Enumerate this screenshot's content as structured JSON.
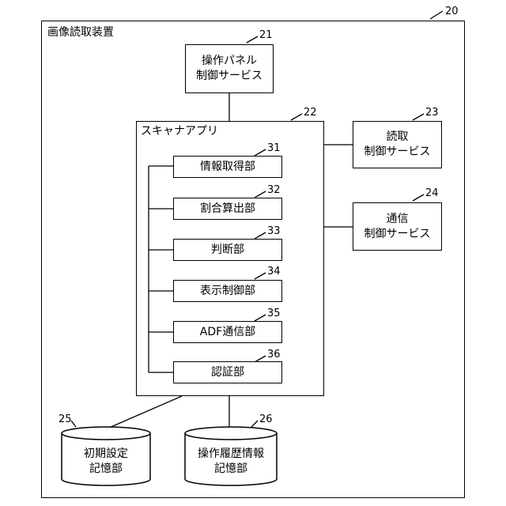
{
  "device": {
    "title": "画像読取装置",
    "ref": "20"
  },
  "op_panel": {
    "line1": "操作パネル",
    "line2": "制御サービス",
    "ref": "21"
  },
  "scanner_app": {
    "title": "スキャナアプリ",
    "ref": "22"
  },
  "read_ctrl": {
    "line1": "読取",
    "line2": "制御サービス",
    "ref": "23"
  },
  "comm_ctrl": {
    "line1": "通信",
    "line2": "制御サービス",
    "ref": "24"
  },
  "modules": [
    {
      "label": "情報取得部",
      "ref": "31"
    },
    {
      "label": "割合算出部",
      "ref": "32"
    },
    {
      "label": "判断部",
      "ref": "33"
    },
    {
      "label": "表示制御部",
      "ref": "34"
    },
    {
      "label": "ADF通信部",
      "ref": "35"
    },
    {
      "label": "認証部",
      "ref": "36"
    }
  ],
  "init_storage": {
    "line1": "初期設定",
    "line2": "記憶部",
    "ref": "25"
  },
  "history_storage": {
    "line1": "操作履歴情報",
    "line2": "記憶部",
    "ref": "26"
  }
}
